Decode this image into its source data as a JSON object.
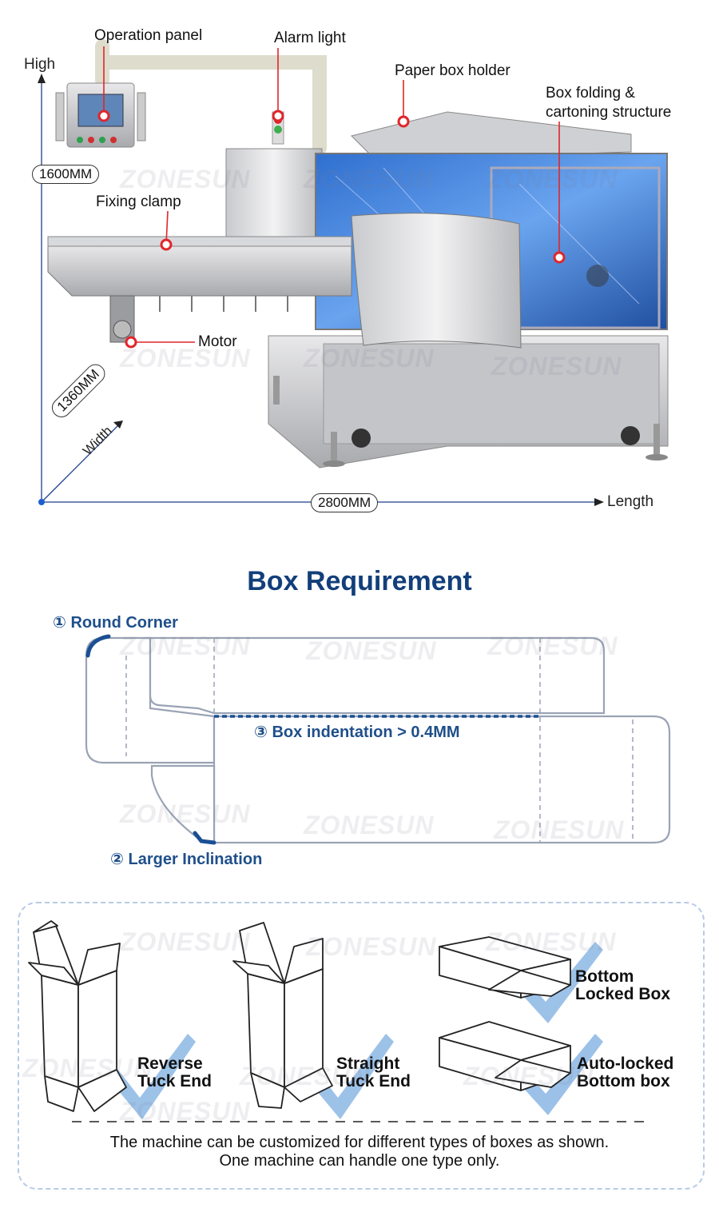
{
  "machine_diagram": {
    "callouts": {
      "operation_panel": "Operation panel",
      "alarm_light": "Alarm light",
      "paper_box_holder": "Paper box holder",
      "box_folding": "Box folding &",
      "cartoning_structure": "cartoning structure",
      "fixing_clamp": "Fixing clamp",
      "motor": "Motor"
    },
    "axes": {
      "high_label": "High",
      "height_dim": "1600MM",
      "width_dim": "1360MM",
      "width_label": "Width",
      "length_dim": "2800MM",
      "length_label": "Length"
    },
    "watermark": "ZONESUN"
  },
  "box_requirement": {
    "title": "Box Requirement",
    "round_corner": "① Round Corner",
    "indentation": "③ Box indentation > 0.4MM",
    "larger_inclination": "② Larger Inclination"
  },
  "box_types": {
    "reverse_1": "Reverse",
    "reverse_2": "Tuck End",
    "straight_1": "Straight",
    "straight_2": "Tuck End",
    "bottom_locked_1": "Bottom",
    "bottom_locked_2": "Locked Box",
    "auto_locked_1": "Auto-locked",
    "auto_locked_2": "Bottom box",
    "note_line1": "The machine can be customized for different types of boxes as shown.",
    "note_line2": "One machine can handle one type only."
  },
  "colors": {
    "accent_red": "#e0262b",
    "title_blue": "#123f7a",
    "label_blue": "#1f4f8a",
    "dash_blue": "#1a4f93",
    "arrow_blue": "#4d8fd6"
  }
}
